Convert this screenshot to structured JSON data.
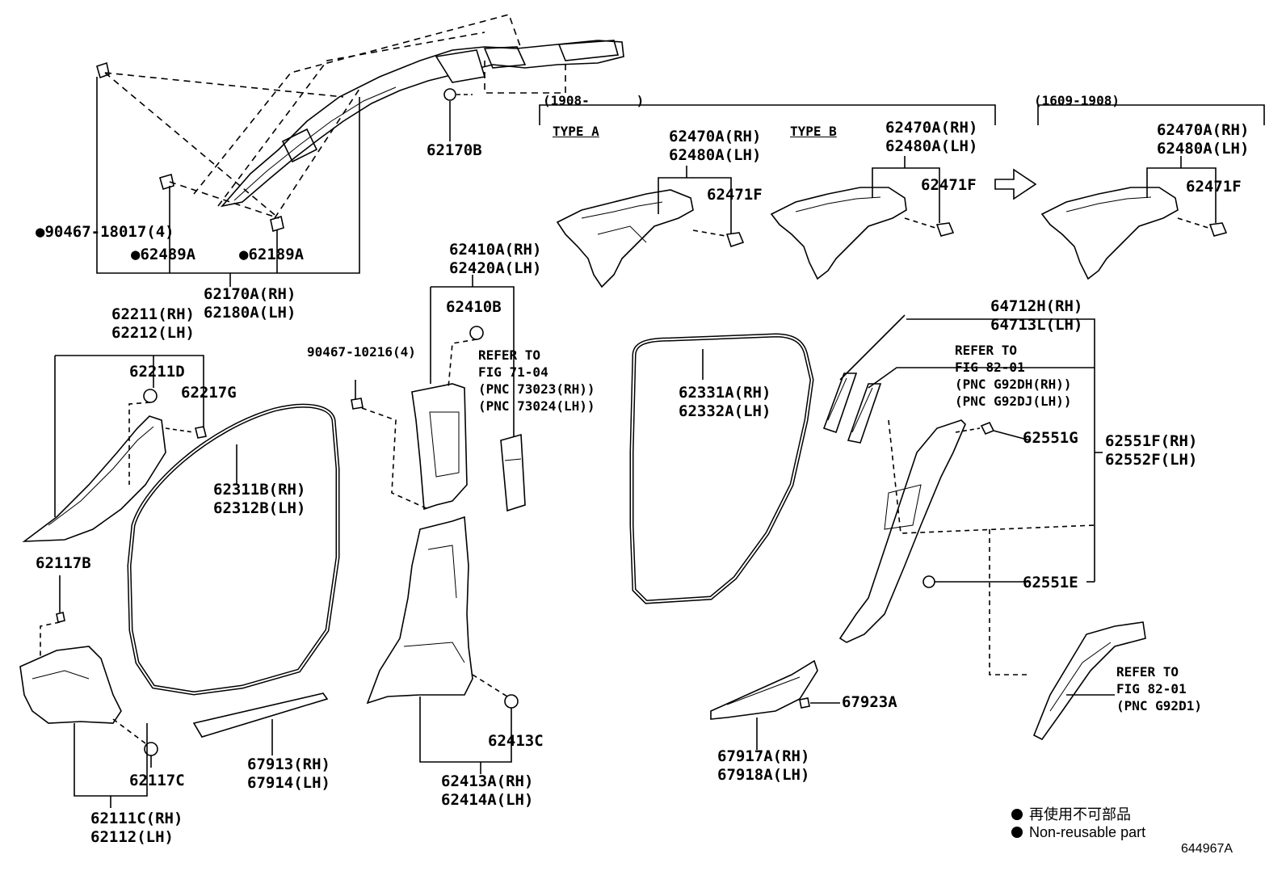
{
  "labels": {
    "l_90467_18017": "●90467-18017(4)",
    "l_62489a": "●62489A",
    "l_62189a": "●62189A",
    "l_62170a": "62170A(RH)\n62180A(LH)",
    "l_62170b": "62170B",
    "l_type_a_range": "(1908-      )",
    "l_type_a": "TYPE A",
    "l_type_b": "TYPE B",
    "l_62470a_1": "62470A(RH)\n62480A(LH)",
    "l_62471f_1": "62471F",
    "l_62470a_2": "62470A(RH)\n62480A(LH)",
    "l_62471f_2": "62471F",
    "l_range2": "(1609-1908)",
    "l_62470a_3": "62470A(RH)\n62480A(LH)",
    "l_62471f_3": "62471F",
    "l_62211": "62211(RH)\n62212(LH)",
    "l_62211d": "62211D",
    "l_62217g": "62217G",
    "l_62117b": "62117B",
    "l_62117c": "62117C",
    "l_62111c": "62111C(RH)\n62112(LH)",
    "l_62311b": "62311B(RH)\n62312B(LH)",
    "l_67913": "67913(RH)\n67914(LH)",
    "l_90467_10216": "90467-10216(4)",
    "l_62410a": "62410A(RH)\n62420A(LH)",
    "l_62410b": "62410B",
    "l_refer_71": "REFER TO\nFIG 71-04\n(PNC 73023(RH))\n(PNC 73024(LH))",
    "l_62413c": "62413C",
    "l_62413a": "62413A(RH)\n62414A(LH)",
    "l_62331a": "62331A(RH)\n62332A(LH)",
    "l_64712h": "64712H(RH)\n64713L(LH)",
    "l_refer_82a": "REFER TO\nFIG 82-01\n(PNC G92DH(RH))\n(PNC G92DJ(LH))",
    "l_62551g": "62551G",
    "l_62551f": "62551F(RH)\n62552F(LH)",
    "l_62551e": "62551E",
    "l_67923a": "67923A",
    "l_67917a": "67917A(RH)\n67918A(LH)",
    "l_refer_82b": "REFER TO\nFIG 82-01\n(PNC G92D1)"
  },
  "legend": {
    "jp": "再使用不可部品",
    "en": "Non-reusable part"
  },
  "figure_code": "644967A"
}
